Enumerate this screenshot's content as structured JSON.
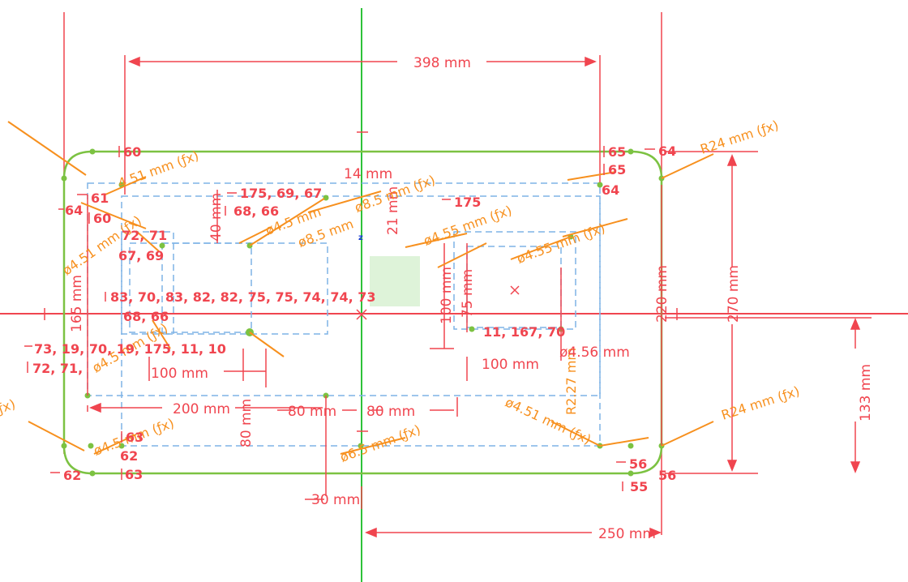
{
  "colors": {
    "background": "#ffffff",
    "constraint": "#f0454f",
    "profile": "#7cc242",
    "construction": "#7fb4e6",
    "radius": "#f7901e",
    "axis_vertical": "#2ec23a",
    "axis_horizontal": "#f0454f",
    "origin_label": "#1a3fd0",
    "selection": "#d6f0d0"
  },
  "origin_axis_label": "z",
  "dimensions": {
    "d398": "398 mm",
    "d270": "270 mm",
    "d220": "220 mm",
    "d165": "165 mm",
    "d133": "133 mm",
    "d250": "250 mm",
    "d200": "200 mm",
    "d100_left": "100 mm",
    "d100_right": "100 mm",
    "d80_a": "80 mm",
    "d80_b": "80 mm",
    "d80_v": "80 mm",
    "d30": "30 mm",
    "d40": "40 mm",
    "d14": "14 mm",
    "d21": "21 mm",
    "d100_v": "100 mm",
    "d75": "75 mm"
  },
  "radius_labels": {
    "r24_top": "R24 mm (ƒx)",
    "r24_bottom": "R24 mm (ƒx)",
    "r2_27": "R2.27 mm",
    "r4_51_tl": "4.51 mm (ƒx)",
    "dia4_51_left": "ø4.51 mm (ƒx)",
    "dia4_5_mid": "ø4.5 mm",
    "dia8_5": "ø8.5 mm",
    "dia8_5_mid": "ø8.5 mm (ƒx)",
    "dia4_55_right": "ø4.55 mm (ƒx)",
    "dia4_55_right2": "ø4.55 mm (ƒx)",
    "dia4_51_br": "ø4.51 mm (ƒx)",
    "dia4_5_bl": "ø4.5 mm (ƒx)",
    "dia6_5_bottom": "ø6.5 mm (ƒx)",
    "dia4_56": "ø4.56 mm",
    "left_edge": "ƒx)"
  },
  "constraint_tags": {
    "c60_top": "60",
    "c65_top": "65",
    "c64_top": "64",
    "c65_b": "65",
    "c64_b": "64",
    "c61": "61",
    "c64_left": "64",
    "c60_left": "60",
    "c175_a": "175, 69, 67",
    "c68_66": "68, 66",
    "c175_b": "175",
    "c72_71": "72, 71",
    "c67_69": "67, 69",
    "c83_row": "83, 70, 83, 82, 82, 75, 75, 74, 74, 73",
    "c68_66b": "68, 66",
    "c73_row": "73, 19, 70, 19, 175, 11, 10",
    "c72_71b": "72, 71,",
    "c63_a": "63",
    "c62_a": "62",
    "c62_b": "62",
    "c63_b": "63",
    "c56_a": "56",
    "c56_b": "56",
    "c55": "55",
    "c11_row": "11, 167, 70"
  }
}
